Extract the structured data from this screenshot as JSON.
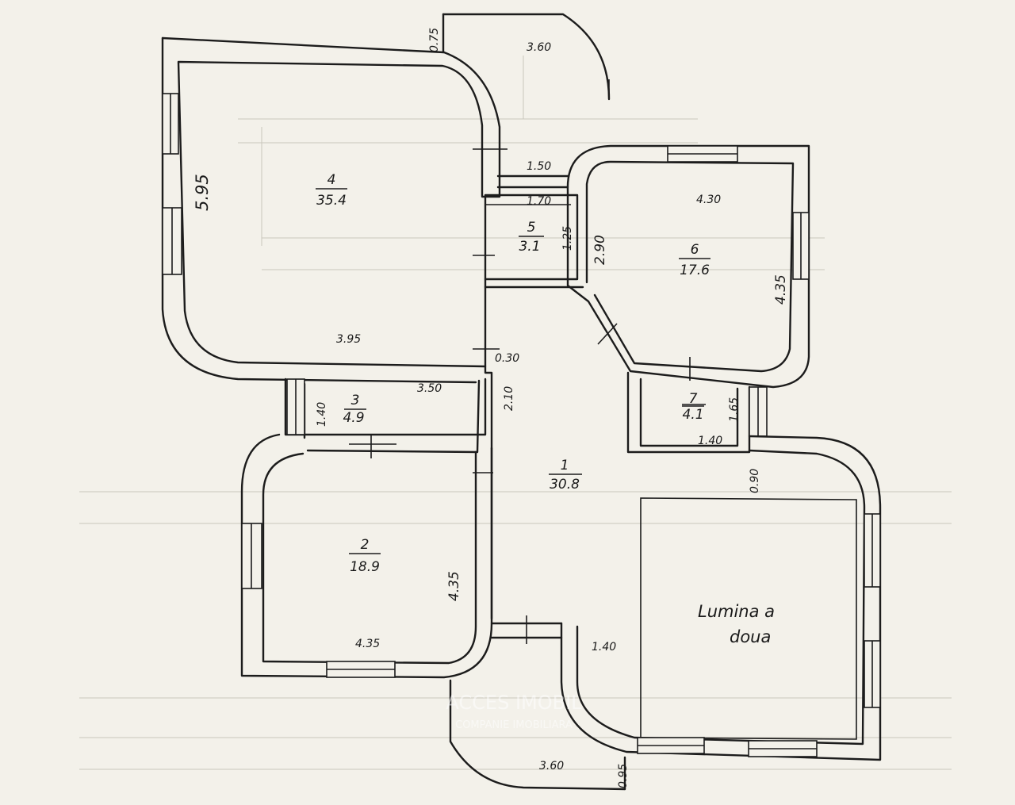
{
  "rooms": [
    {
      "id": "4",
      "area": "35.4"
    },
    {
      "id": "5",
      "area": "3.1"
    },
    {
      "id": "6",
      "area": "17.6"
    },
    {
      "id": "3",
      "area": "4.9"
    },
    {
      "id": "7",
      "area": "4.1"
    },
    {
      "id": "1",
      "area": "30.8"
    },
    {
      "id": "2",
      "area": "18.9"
    }
  ],
  "dimensions": {
    "top_balcony_height": "0.75",
    "top_balcony_width": "3.60",
    "room4_height": "5.95",
    "room4_width": "3.95",
    "corridor_width_a": "1.50",
    "corridor_width_b": "1.70",
    "room5_height": "1.25",
    "room6_width": "4.30",
    "room6_diag": "2.90",
    "room6_height": "4.35",
    "hall_gap": "0.30",
    "room3_width": "3.50",
    "room3_height": "1.40",
    "hall_height": "2.10",
    "room7_height": "1.65",
    "room7_width": "1.40",
    "right_gap": "0.90",
    "room2_height": "4.35",
    "room2_width": "4.35",
    "lower_gap": "1.40",
    "bottom_balcony_width": "3.60",
    "bottom_balcony_height": "0.95"
  },
  "second_light": {
    "line1": "Lumina a",
    "line2": "doua"
  },
  "watermark": {
    "brand": "ACCES IMOBIL",
    "tagline": "COMPANIE IMOBILIARA"
  }
}
